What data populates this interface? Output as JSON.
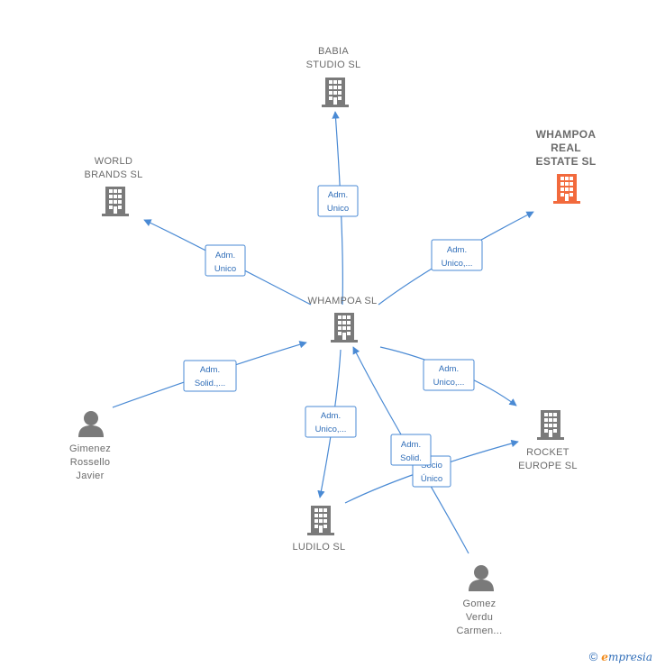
{
  "nodes": {
    "babia": {
      "lines": [
        "BABIA",
        "STUDIO  SL"
      ],
      "kind": "company"
    },
    "world": {
      "lines": [
        "WORLD",
        "BRANDS  SL"
      ],
      "kind": "company"
    },
    "realest": {
      "lines": [
        "WHAMPOA",
        "REAL",
        "ESTATE  SL"
      ],
      "kind": "company-focus"
    },
    "whampoa": {
      "lines": [
        "WHAMPOA  SL"
      ],
      "kind": "company"
    },
    "rocket": {
      "lines": [
        "ROCKET",
        "EUROPE  SL"
      ],
      "kind": "company"
    },
    "ludilo": {
      "lines": [
        "LUDILO SL"
      ],
      "kind": "company"
    },
    "gimenez": {
      "lines": [
        "Gimenez",
        "Rossello",
        "Javier"
      ],
      "kind": "person"
    },
    "gomez": {
      "lines": [
        "Gomez",
        "Verdu",
        "Carmen..."
      ],
      "kind": "person"
    }
  },
  "edges": {
    "e1": [
      "Adm.",
      "Unico"
    ],
    "e2": [
      "Adm.",
      "Unico"
    ],
    "e3": [
      "Adm.",
      "Unico,..."
    ],
    "e4": [
      "Adm.",
      "Solid.,..."
    ],
    "e5": [
      "Adm.",
      "Unico,..."
    ],
    "e6": [
      "Adm.",
      "Unico,..."
    ],
    "e7": [
      "Adm.",
      "Solid."
    ],
    "e8": [
      "Socio",
      "Único"
    ]
  },
  "colors": {
    "company": "#7a7a7a",
    "focus": "#f26a3d",
    "edge": "#4a8ad4",
    "person": "#7a7a7a"
  },
  "footer": {
    "copyright": "©",
    "brand_initial": "e",
    "brand_rest": "mpresia"
  }
}
